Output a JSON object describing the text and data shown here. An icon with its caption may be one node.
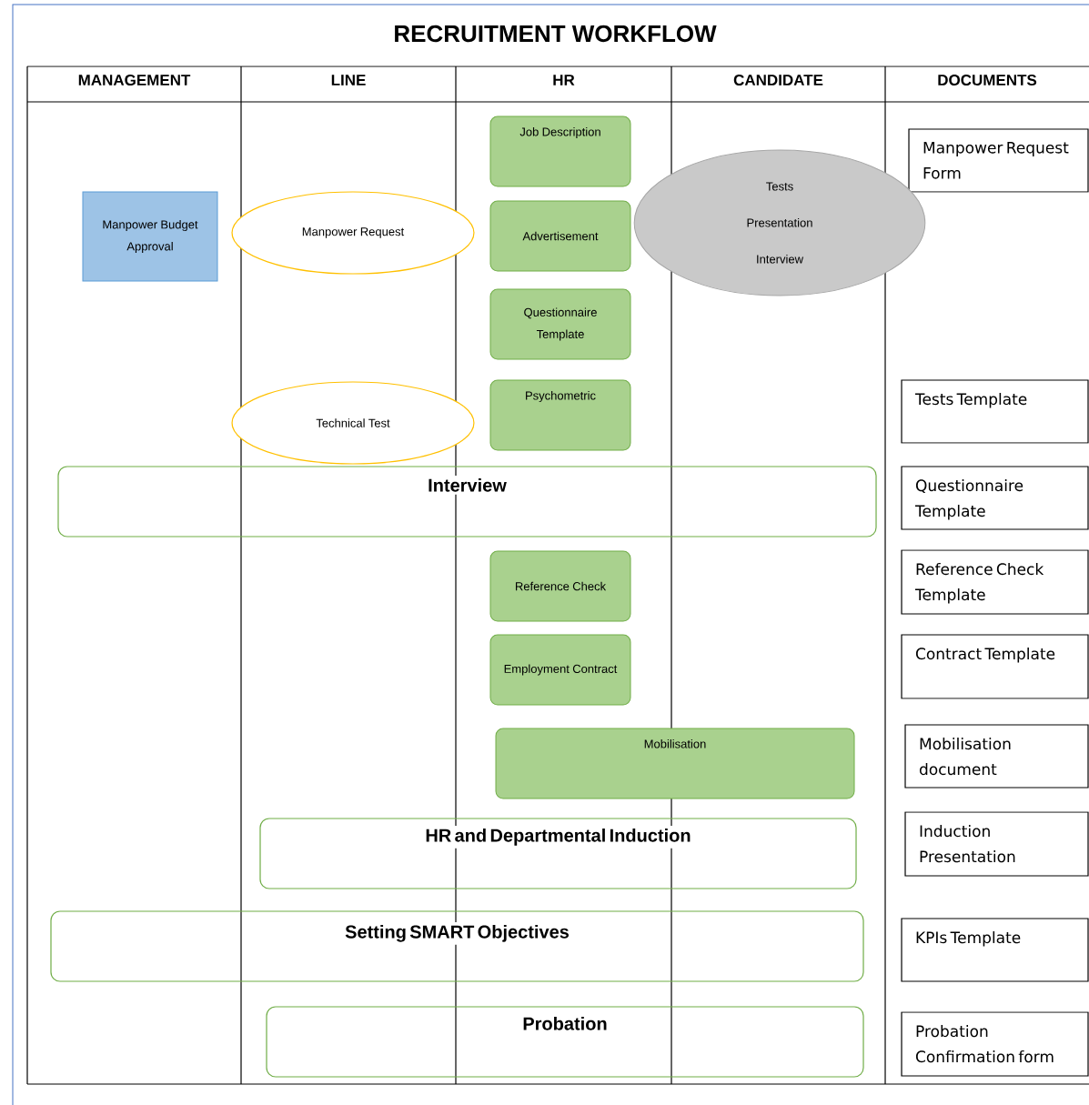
{
  "diagram": {
    "title": "RECRUITMENT WORKFLOW",
    "nodes": [
      {
        "text": [
          "Job Description"
        ]
      },
      {
        "text": [
          "Manpower Request Form"
        ]
      },
      {
        "text": [
          "Tests",
          "Presentation",
          "Interview"
        ]
      },
      {
        "text": [
          "Manpower Budget Approval"
        ]
      },
      {
        "text": [
          "Manpower Request"
        ]
      },
      {
        "text": [
          "Advertisement"
        ]
      },
      {
        "text": [
          "Questionnaire Template"
        ]
      },
      {
        "text": [
          "Technical Test"
        ]
      },
      {
        "text": [
          "Psychometric"
        ]
      },
      {
        "text": [
          "Tests Template"
        ]
      },
      {
        "text": [
          "Interview"
        ]
      },
      {
        "text": [
          "Questionnaire Template"
        ]
      },
      {
        "text": [
          "Reference Check"
        ]
      },
      {
        "text": [
          "Reference Check Template"
        ]
      },
      {
        "text": [
          "Employment Contract"
        ]
      },
      {
        "text": [
          "Contract Template"
        ]
      },
      {
        "text": [
          "Mobilisation"
        ]
      },
      {
        "text": [
          "Mobilisation document"
        ]
      },
      {
        "text": [
          "HR and Departmental Induction"
        ]
      },
      {
        "text": [
          "Induction Presentation"
        ]
      },
      {
        "text": [
          "Setting SMART Objectives"
        ]
      },
      {
        "text": [
          "KPIs Template"
        ]
      },
      {
        "text": [
          "Probation"
        ]
      },
      {
        "text": [
          "Probation Confirmation form"
        ]
      }
    ],
    "edges": [],
    "labels": [
      "MANAGEMENT",
      "LINE",
      "HR",
      "CANDIDATE",
      "DOCUMENTS"
    ]
  }
}
